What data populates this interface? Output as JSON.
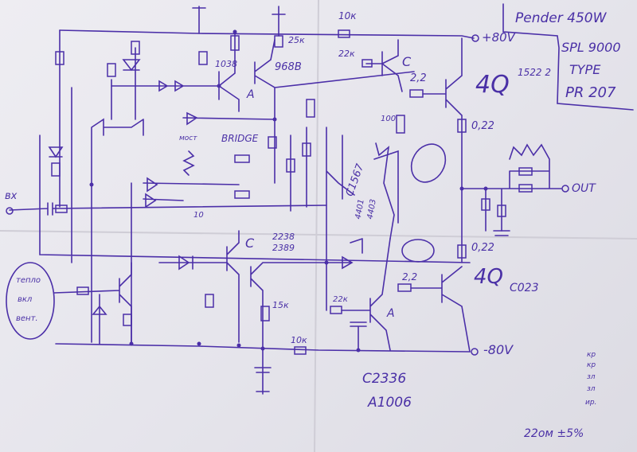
{
  "title_block": {
    "model": "Pender 450W",
    "series": "SPL 9000",
    "type_label": "TYPE",
    "type_value": "PR 207"
  },
  "rails": {
    "positive": "+80V",
    "negative": "-80V"
  },
  "io": {
    "input": "вх",
    "output": "OUT"
  },
  "thermal_note": [
    "тепло",
    "вкл",
    "вент."
  ],
  "labels": {
    "r_top": "10к",
    "r_22k_top": "22к",
    "c_top": "C",
    "r_2_2_top": "2,2",
    "out_top": "4Q",
    "out_top_part": "1522 2",
    "re_top": "0,22",
    "q1": "1038",
    "q2": "968B",
    "q_a": "A",
    "r_25k": "25к",
    "bridge": "BRIDGE",
    "most": "мост",
    "r10": "10",
    "r100": "100",
    "vbe": "C1567",
    "drv1": "4401",
    "drv2": "4403",
    "q_low1": "2238",
    "q_low2": "2389",
    "c_low": "C",
    "re_bot": "0,22",
    "out_bot": "4Q",
    "out_bot_part": "C023",
    "r_2_2_bot": "2,2",
    "r_22k_bot": "22к",
    "a_bot": "A",
    "r_15k": "15к",
    "r_10k_bot": "10к",
    "part1": "C2336",
    "part2": "A1006"
  },
  "color_codes": [
    "кр",
    "кр",
    "зл",
    "зл",
    "ир."
  ],
  "tolerance": "22ом ±5%"
}
